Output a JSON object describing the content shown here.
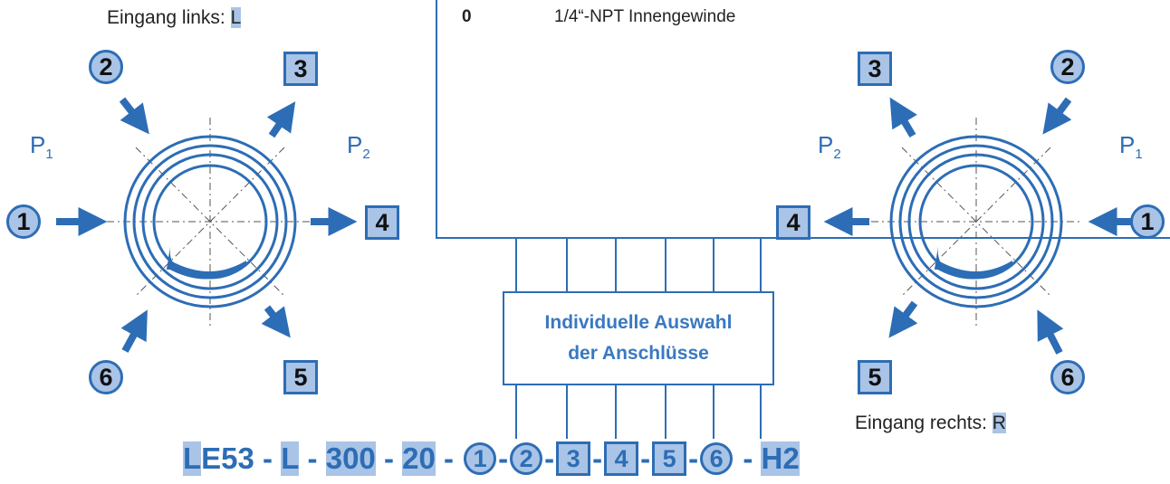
{
  "top_left_label": {
    "text": "Eingang links: ",
    "code": "L"
  },
  "bottom_right_label": {
    "text": "Eingang rechts: ",
    "code": "R"
  },
  "thread_row": {
    "code": "0",
    "description": "1/4“-NPT Innengewinde"
  },
  "left_valve": {
    "ports": {
      "p1": "1",
      "p2": "2",
      "p3": "3",
      "p4": "4",
      "p5": "5",
      "p6": "6"
    },
    "pressure_labels": {
      "p1_main": "P",
      "p1_sub": "1",
      "p2_main": "P",
      "p2_sub": "2"
    }
  },
  "right_valve": {
    "ports": {
      "p1": "1",
      "p2": "2",
      "p3": "3",
      "p4": "4",
      "p5": "5",
      "p6": "6"
    },
    "pressure_labels": {
      "p1_main": "P",
      "p1_sub": "1",
      "p2_main": "P",
      "p2_sub": "2"
    }
  },
  "selection_box": {
    "line1": "Individuelle Auswahl",
    "line2": "der Anschlüsse"
  },
  "order_code": {
    "model_prefix": "L",
    "model_rest": "E53",
    "sep": " - ",
    "inlet": "L",
    "value1": "300",
    "value2": "20",
    "port1": "1",
    "port2": "2",
    "port3": "3",
    "port4": "4",
    "port5": "5",
    "port6": "6",
    "suffix": "H2",
    "dash": "-"
  },
  "colors": {
    "accent": "#2d6db5",
    "highlight": "#a9c4e6"
  }
}
